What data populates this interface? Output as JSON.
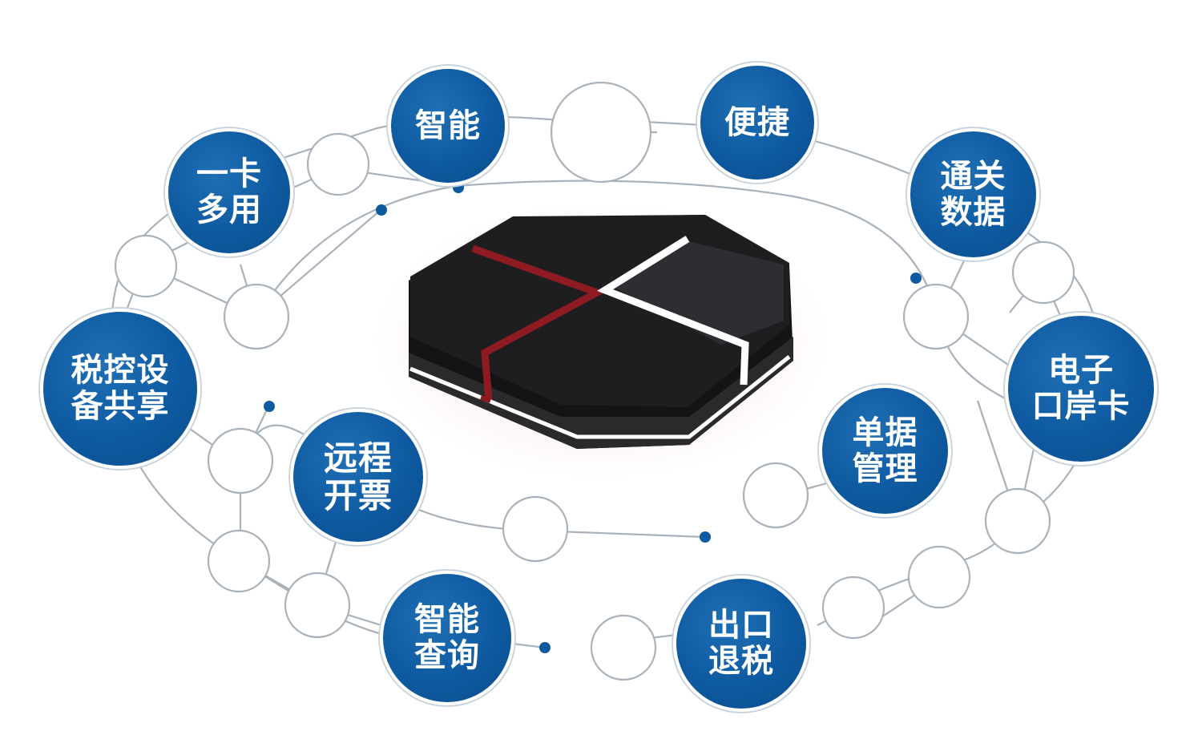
{
  "colors": {
    "node_blue": "#0e5aa0",
    "line_gray": "#a9b2ba",
    "device_black": "#1c1c1e",
    "device_red_stripe": "#8e1b22",
    "device_white_stripe": "#ffffff"
  },
  "device": {
    "icon": "tax-control-device-box"
  },
  "nodes": [
    {
      "id": "smart-top",
      "lines": [
        "智能"
      ]
    },
    {
      "id": "convenient",
      "lines": [
        "便捷"
      ]
    },
    {
      "id": "one-card",
      "lines": [
        "一卡",
        "多用"
      ]
    },
    {
      "id": "customs-data",
      "lines": [
        "通关",
        "数据"
      ]
    },
    {
      "id": "tax-sharing",
      "lines": [
        "税控设",
        "备共享"
      ]
    },
    {
      "id": "e-port-card",
      "lines": [
        "电子",
        "口岸卡"
      ]
    },
    {
      "id": "remote-invoice",
      "lines": [
        "远程",
        "开票"
      ]
    },
    {
      "id": "document-mgmt",
      "lines": [
        "单据",
        "管理"
      ]
    },
    {
      "id": "smart-query",
      "lines": [
        "智能",
        "查询"
      ]
    },
    {
      "id": "export-rebate",
      "lines": [
        "出口",
        "退税"
      ]
    }
  ]
}
